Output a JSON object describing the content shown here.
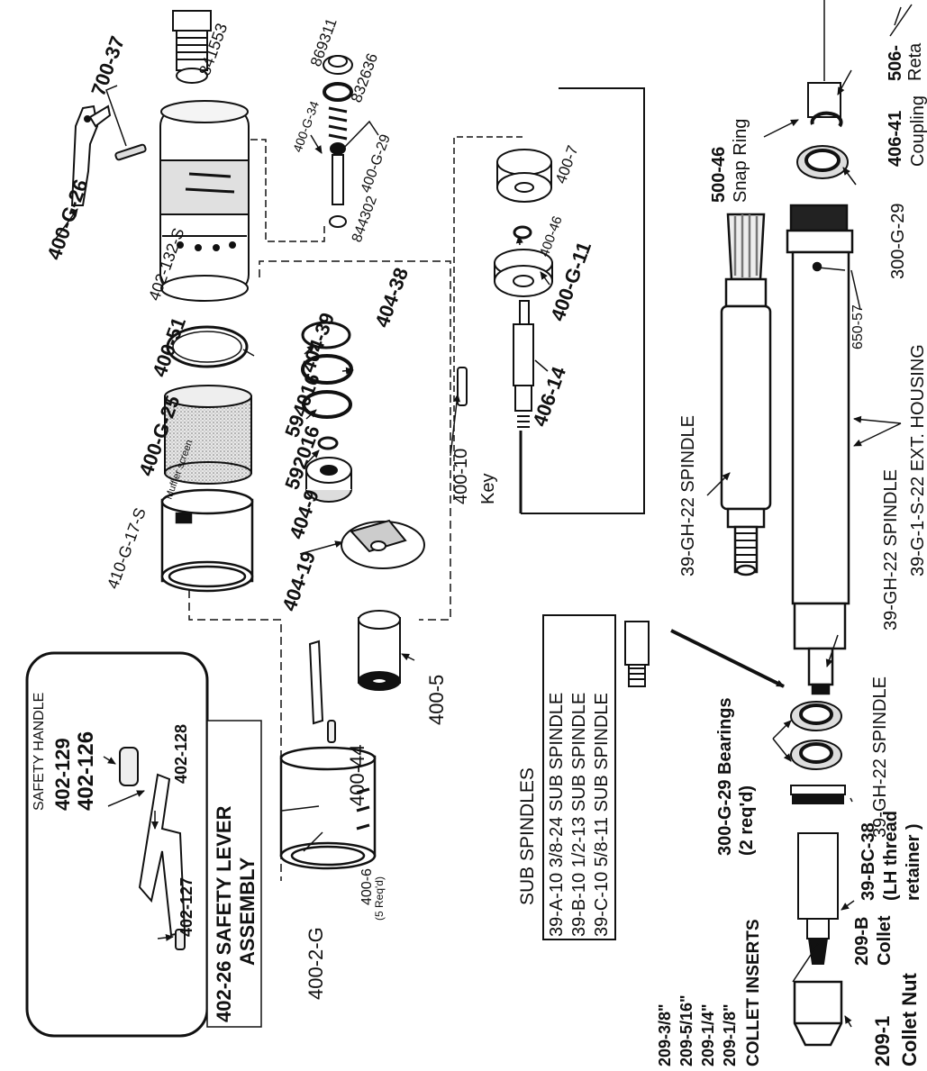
{
  "labels": {
    "p_400_g_26": "400-G-26",
    "p_700_37": "700-37",
    "p_402_132_s": "402-132-S",
    "p_400_51": "400-51",
    "p_400_g_25": "400-G-25",
    "muffler_screen": "Muffler screen",
    "p_410_g_17_s": "410-G-17-S",
    "p_841553": "841553",
    "p_869311": "869311",
    "p_832636": "832636",
    "p_400_g_34": "400-G-34",
    "p_400_g_29": "400-G-29",
    "p_844302": "844302",
    "p_404_39": "404-39",
    "p_404_38": "404-38",
    "p_594016": "594016",
    "p_592016": "592016",
    "p_404_9": "404-9",
    "p_404_19": "404-19",
    "p_400_7": "400-7",
    "p_400_46": "400-46",
    "p_400_g_11": "400-G-11",
    "p_406_14": "406-14",
    "p_400_10": "400-10",
    "key": "Key",
    "p_400_5": "400-5",
    "p_400_44": "400-44",
    "p_400_6": "400-6",
    "req5": "(5 Req'd)",
    "p_400_2_g": "400-2-G",
    "p_506": "506-",
    "reta": "Reta",
    "p_406_41": "406-41",
    "coupling": "Coupling",
    "p_500_46": "500-46",
    "snap_ring": "Snap Ring",
    "p_300_g_29": "300-G-29",
    "p_650_57": "650-57",
    "ext_housing": "39-G-1-S-22 EXT. HOUSING",
    "spindle_top": "39-GH-22 SPINDLE",
    "spindle_mid": "39-GH-22 SPINDLE",
    "spindle_low": "39-GH-22 SPINDLE",
    "bearings": "300-G-29 Bearings",
    "req2": "(2 req'd)",
    "p_39_bc_38": "39-BC-38",
    "lh_thread": "(LH thread",
    "retainer": "retainer )",
    "p_209_b": "209-B",
    "collet": "Collet",
    "p_209_1": "209-1",
    "collet_nut": "Collet Nut",
    "safety_handle": "SAFETY HANDLE",
    "p_402_129": "402-129",
    "p_402_126": "402-126",
    "p_402_128": "402-128",
    "p_402_127": "402-127",
    "safety_assembly_1": "402-26 SAFETY LEVER",
    "safety_assembly_2": "ASSEMBLY",
    "sub_spindles_title": "SUB SPINDLES",
    "sub_a": "39-A-10 3/8-24 SUB SPINDLE",
    "sub_b": "39-B-10 1/2-13 SUB SPINDLE",
    "sub_c": "39-C-10 5/8-11 SUB SPINDLE",
    "ins_1": "209-3/8\"",
    "ins_2": "209-5/16\"",
    "ins_3": "209-1/4\"",
    "ins_4": "209-1/8\"",
    "collet_inserts": "COLLET INSERTS"
  },
  "colors": {
    "ink": "#111111",
    "paper": "#ffffff",
    "shade": "#bdbdbd",
    "dark": "#333333"
  }
}
